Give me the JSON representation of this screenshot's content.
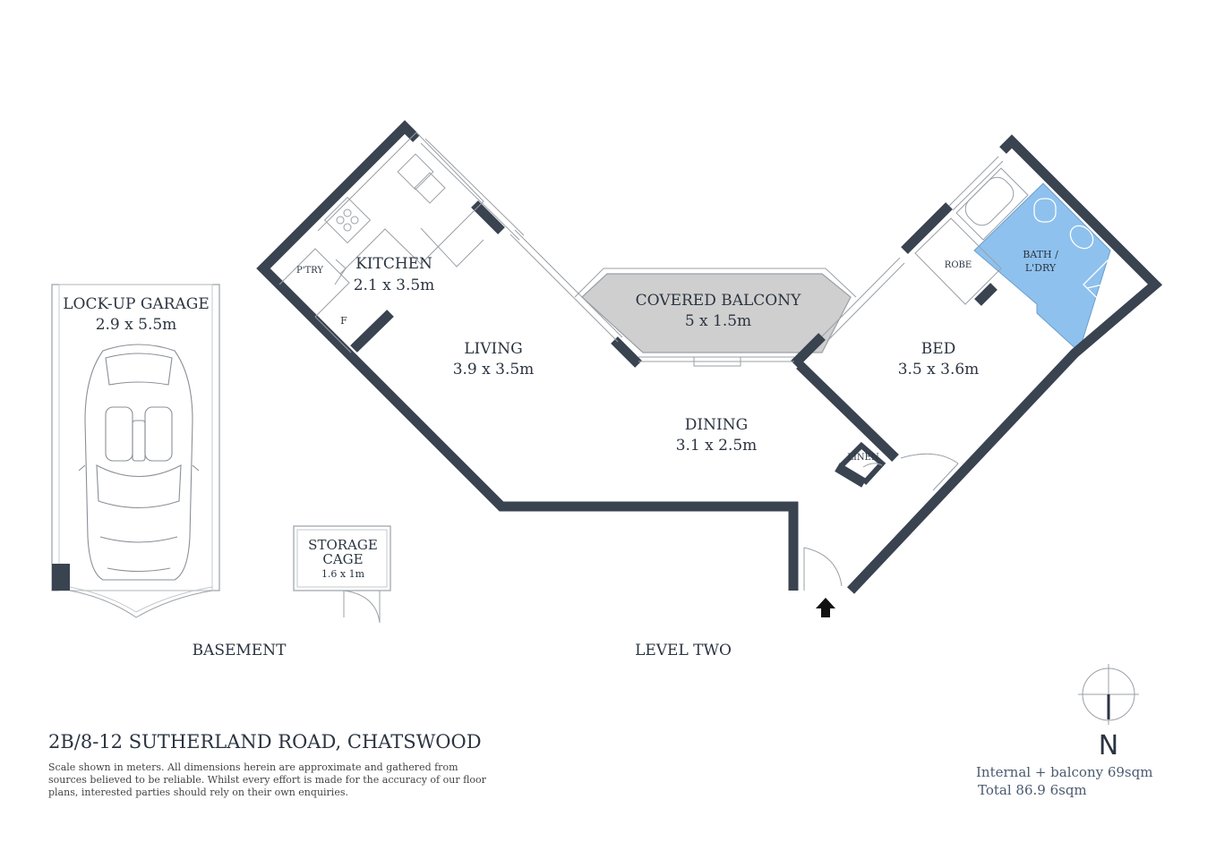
{
  "plan": {
    "garage": {
      "name": "LOCK-UP GARAGE",
      "size": "2.9 x 5.5m"
    },
    "storage": {
      "name_line1": "STORAGE",
      "name_line2": "CAGE",
      "size": "1.6 x 1m"
    },
    "kitchen": {
      "name": "KITCHEN",
      "size": "2.1 x 3.5m"
    },
    "pantry": "P'TRY",
    "fridge": "F",
    "living": {
      "name": "LIVING",
      "size": "3.9 x 3.5m"
    },
    "balcony": {
      "name": "COVERED BALCONY",
      "size": "5 x 1.5m"
    },
    "dining": {
      "name": "DINING",
      "size": "3.1 x 2.5m"
    },
    "bed": {
      "name": "BED",
      "size": "3.5 x 3.6m"
    },
    "robe": "ROBE",
    "bath": {
      "line1": "BATH /",
      "line2": "L'DRY"
    },
    "linen": "LINEN"
  },
  "levels": {
    "basement": "BASEMENT",
    "level_two": "LEVEL TWO"
  },
  "address": "2B/8-12 SUTHERLAND ROAD, CHATSWOOD",
  "disclaimer": [
    "Scale shown in meters. All dimensions herein are approximate and gathered from",
    "sources believed to be  reliable. Whilst every effort is made for the accuracy of our floor",
    "plans, interested parties should rely on their own enquiries."
  ],
  "compass": {
    "label": "N",
    "icon": "compass-icon"
  },
  "areas": {
    "internal": "Internal + balcony 69sqm",
    "total": "Total 86.9 6sqm"
  },
  "colors": {
    "wall": "#3a4350",
    "bath": "#8ec1ee",
    "balcony": "#cfcfcf",
    "line": "#9aa0a6"
  }
}
